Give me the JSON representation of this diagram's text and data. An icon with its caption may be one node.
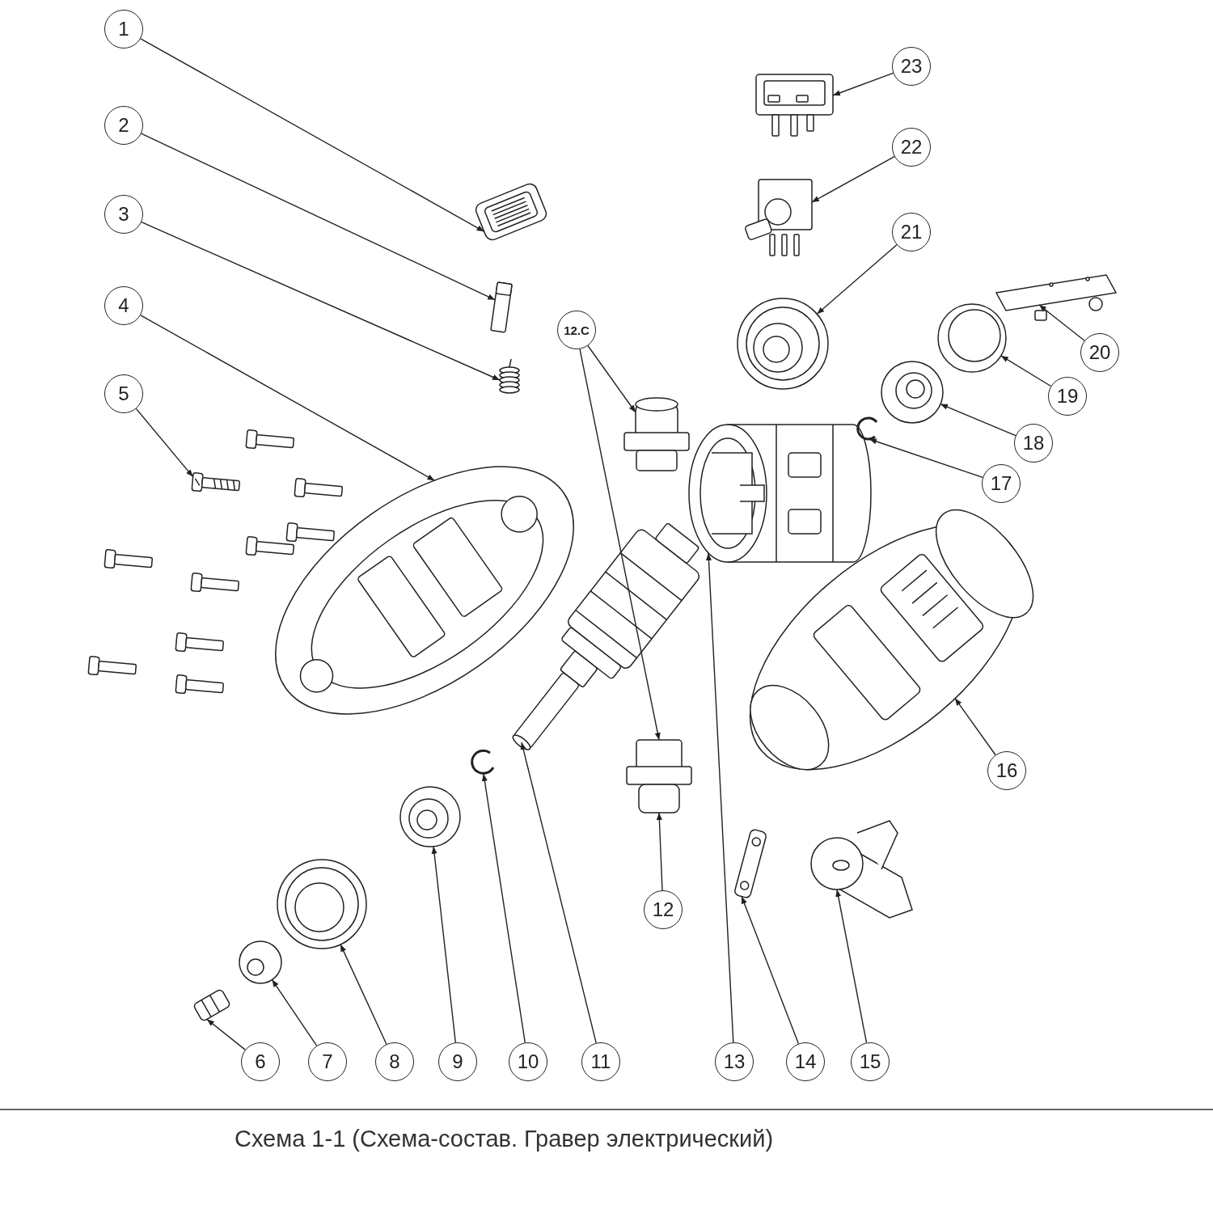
{
  "diagram": {
    "caption": "Схема 1-1 (Схема-состав. Гравер электрический)",
    "nodes": [
      {
        "text": [
          "1"
        ]
      },
      {
        "text": [
          "2"
        ]
      },
      {
        "text": [
          "3"
        ]
      },
      {
        "text": [
          "4"
        ]
      },
      {
        "text": [
          "5"
        ]
      },
      {
        "text": [
          "6"
        ]
      },
      {
        "text": [
          "7"
        ]
      },
      {
        "text": [
          "8"
        ]
      },
      {
        "text": [
          "9"
        ]
      },
      {
        "text": [
          "10"
        ]
      },
      {
        "text": [
          "11"
        ]
      },
      {
        "text": [
          "12"
        ]
      },
      {
        "text": [
          "13"
        ]
      },
      {
        "text": [
          "14"
        ]
      },
      {
        "text": [
          "15"
        ]
      },
      {
        "text": [
          "16"
        ]
      },
      {
        "text": [
          "17"
        ]
      },
      {
        "text": [
          "18"
        ]
      },
      {
        "text": [
          "19"
        ]
      },
      {
        "text": [
          "20"
        ]
      },
      {
        "text": [
          "21"
        ]
      },
      {
        "text": [
          "22"
        ]
      },
      {
        "text": [
          "23"
        ]
      },
      {
        "text": [
          "12.C"
        ]
      },
      {
        "text": [],
        "shape": "picture"
      },
      {
        "text": [],
        "shape": "picture"
      },
      {
        "text": [],
        "shape": "picture"
      },
      {
        "text": [],
        "shape": "picture"
      },
      {
        "text": [],
        "shape": "picture"
      },
      {
        "text": [],
        "shape": "picture"
      },
      {
        "text": [],
        "shape": "picture"
      },
      {
        "text": [],
        "shape": "picture"
      },
      {
        "text": [],
        "shape": "picture"
      },
      {
        "text": [],
        "shape": "picture"
      },
      {
        "text": [],
        "shape": "picture"
      },
      {
        "text": [],
        "shape": "picture"
      },
      {
        "text": [],
        "shape": "picture"
      },
      {
        "text": [],
        "shape": "picture"
      },
      {
        "text": [],
        "shape": "picture"
      },
      {
        "text": [],
        "shape": "picture"
      },
      {
        "text": [],
        "shape": "picture"
      },
      {
        "text": [],
        "shape": "picture"
      },
      {
        "text": [],
        "shape": "picture"
      },
      {
        "text": [],
        "shape": "picture"
      },
      {
        "text": [],
        "shape": "picture"
      },
      {
        "text": [],
        "shape": "picture"
      },
      {
        "text": [],
        "shape": "picture"
      },
      {
        "text": [],
        "shape": "picture"
      }
    ],
    "edges": [
      {
        "from": 0,
        "to": 24,
        "arrow": "to"
      },
      {
        "from": 1,
        "to": 25,
        "arrow": "to"
      },
      {
        "from": 2,
        "to": 26,
        "arrow": "to"
      },
      {
        "from": 3,
        "to": 27,
        "arrow": "to"
      },
      {
        "from": 4,
        "to": 28,
        "arrow": "to"
      },
      {
        "from": 5,
        "to": 29,
        "arrow": "to"
      },
      {
        "from": 6,
        "to": 30,
        "arrow": "to"
      },
      {
        "from": 7,
        "to": 31,
        "arrow": "to"
      },
      {
        "from": 8,
        "to": 32,
        "arrow": "to"
      },
      {
        "from": 9,
        "to": 33,
        "arrow": "to"
      },
      {
        "from": 10,
        "to": 34,
        "arrow": "to"
      },
      {
        "from": 11,
        "to": 35,
        "arrow": "to"
      },
      {
        "from": 12,
        "to": 36,
        "arrow": "to"
      },
      {
        "from": 13,
        "to": 37,
        "arrow": "to"
      },
      {
        "from": 14,
        "to": 38,
        "arrow": "to"
      },
      {
        "from": 15,
        "to": 39,
        "arrow": "to"
      },
      {
        "from": 16,
        "to": 40,
        "arrow": "to"
      },
      {
        "from": 17,
        "to": 41,
        "arrow": "to"
      },
      {
        "from": 18,
        "to": 42,
        "arrow": "to"
      },
      {
        "from": 19,
        "to": 43,
        "arrow": "to"
      },
      {
        "from": 20,
        "to": 44,
        "arrow": "to"
      },
      {
        "from": 21,
        "to": 45,
        "arrow": "to"
      },
      {
        "from": 22,
        "to": 46,
        "arrow": "to"
      },
      {
        "from": 23,
        "to": 47,
        "arrow": "to"
      },
      {
        "from": 23,
        "to": 35,
        "arrow": "to"
      }
    ]
  }
}
